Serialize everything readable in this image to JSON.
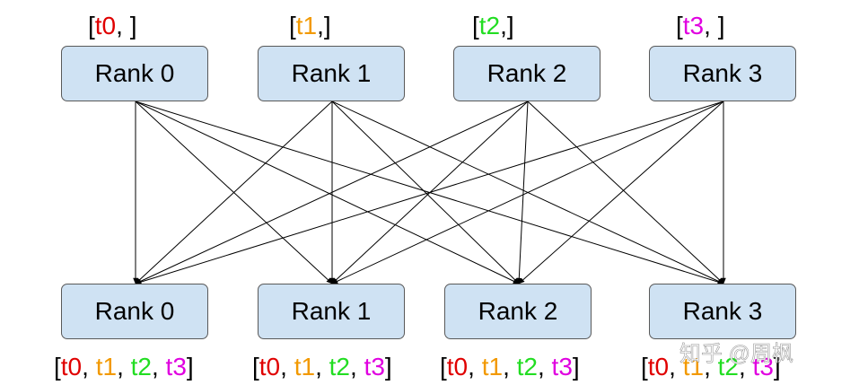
{
  "colors": {
    "box_fill": "#cfe2f3",
    "box_border": "#595959",
    "t0": "#e00000",
    "t1": "#f29900",
    "t2": "#22dd22",
    "t3": "#e000e0",
    "arrow": "#000000"
  },
  "top_ranks": [
    {
      "label": "Rank 0",
      "tensor": "t0",
      "open": "[",
      "sep": ", ",
      "close": "]"
    },
    {
      "label": "Rank 1",
      "tensor": "t1",
      "open": "[",
      "sep": ",",
      "close": "]"
    },
    {
      "label": "Rank 2",
      "tensor": "t2",
      "open": "[",
      "sep": ",",
      "close": "]"
    },
    {
      "label": "Rank 3",
      "tensor": "t3",
      "open": "[",
      "sep": ", ",
      "close": "]"
    }
  ],
  "bottom_ranks": [
    {
      "label": "Rank 0"
    },
    {
      "label": "Rank 1"
    },
    {
      "label": "Rank 2"
    },
    {
      "label": "Rank 3"
    }
  ],
  "gathered": {
    "open": "[",
    "close": "]",
    "sep": ", ",
    "tensors": [
      "t0",
      "t1",
      "t2",
      "t3"
    ]
  },
  "watermark": "知乎 @周枫"
}
